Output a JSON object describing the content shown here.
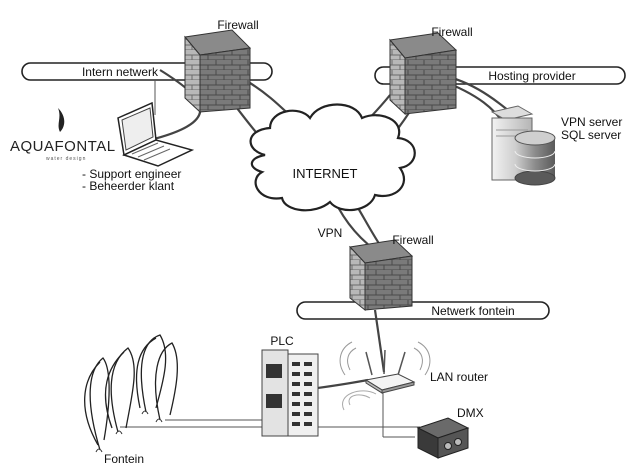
{
  "labels": {
    "firewall_1": "Firewall",
    "firewall_2": "Firewall",
    "firewall_3": "Firewall",
    "intern_netwerk": "Intern netwerk",
    "hosting_provider": "Hosting provider",
    "netwerk_fontein": "Netwerk fontein",
    "internet": "INTERNET",
    "vpn": "VPN",
    "vpn_server": "VPN server",
    "sql_server": "SQL server",
    "support_engineer": "- Support engineer",
    "beheerder_klant": "- Beheerder klant",
    "plc": "PLC",
    "lan_router": "LAN router",
    "dmx": "DMX",
    "fontein": "Fontein"
  },
  "logo": {
    "text": "AQUAFONTAL",
    "tagline": "water design"
  },
  "colors": {
    "line": "#333333",
    "cable": "#444444",
    "brick_light": "#bdbdbd",
    "brick_dark": "#6f6f6f",
    "brick_top": "#8a8a8a"
  }
}
